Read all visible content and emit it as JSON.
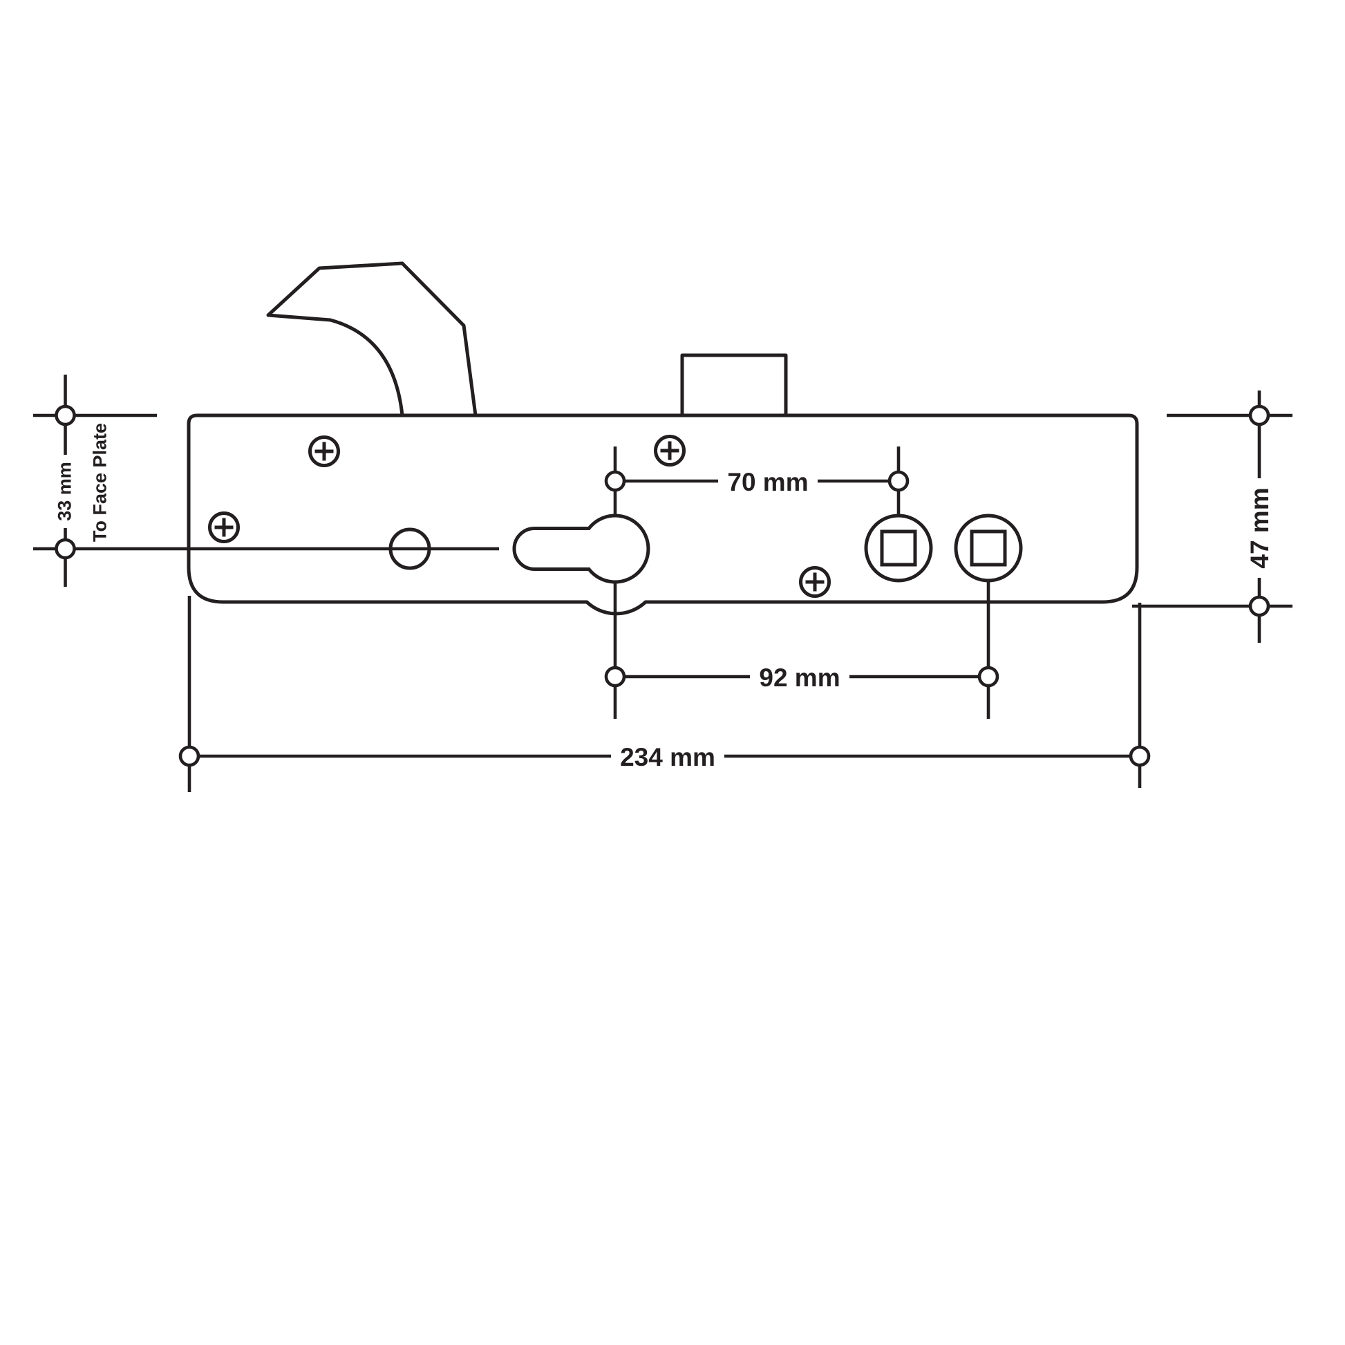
{
  "diagram": {
    "type": "technical-dimension-drawing",
    "subject": "door lock gearbox case with hook bolt - drilling dimensions",
    "background_color": "#ffffff",
    "line_color": "#231f20",
    "dimensions": {
      "handle_to_cylinder": {
        "label": "70 mm"
      },
      "cylinder_to_spindle": {
        "label": "92 mm"
      },
      "case_length": {
        "label": "234 mm"
      },
      "backset": {
        "label": "33 mm"
      },
      "case_height": {
        "label": "47 mm"
      }
    },
    "annotations": {
      "backset_note": "To Face Plate"
    }
  }
}
